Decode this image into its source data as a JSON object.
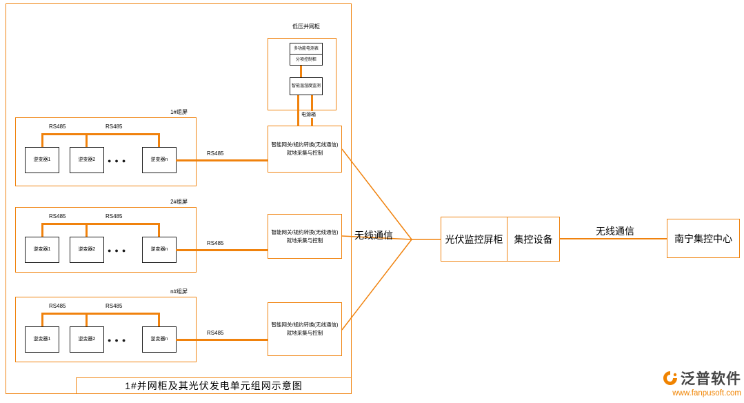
{
  "colors": {
    "accent_orange": "#f0820d",
    "device_border": "#1a1a1a",
    "logo_orange": "#f08300",
    "logo_text_gray": "#454545"
  },
  "diagram": {
    "title": "1#并网柜及其光伏发电单元组网示意图",
    "lv_cabinet": {
      "label": "低压并网柜",
      "meter_line1": "多功能电测表",
      "meter_line2": "分项控制柜",
      "sensor": "智能温湿度监测",
      "power_box": "电源箱"
    },
    "gateway": {
      "line1": "智能网关/规约转换(无线通信)",
      "line2": "就地采集与控制"
    },
    "groups": [
      {
        "label": "1#组屏"
      },
      {
        "label": "2#组屏"
      },
      {
        "label": "n#组屏"
      }
    ],
    "inverter1": "逆变器1",
    "inverter2": "逆变器2",
    "inverter_n": "逆变器n",
    "dots": "●●●",
    "rs485": "RS485",
    "wireless": "无线通信",
    "pv_monitor_cabinet": "光伏监控屏柜",
    "central_control_device": "集控设备",
    "control_center": "南宁集控中心"
  },
  "watermark": {
    "brand": "泛普软件",
    "url": "www.fanpusoft.com"
  }
}
